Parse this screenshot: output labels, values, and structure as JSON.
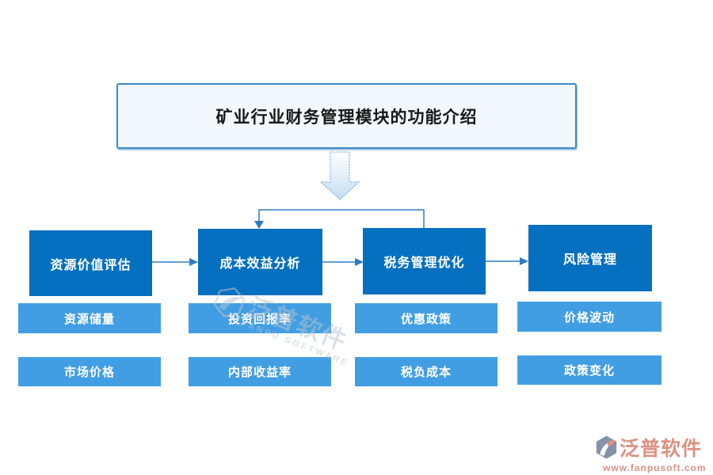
{
  "title": "矿业行业财务管理模块的功能介绍",
  "flow": {
    "nodes": [
      {
        "label": "资源价值评估",
        "features": [
          "资源储量",
          "市场价格"
        ]
      },
      {
        "label": "成本效益分析",
        "features": [
          "投资回报率",
          "内部收益率"
        ]
      },
      {
        "label": "税务管理优化",
        "features": [
          "优惠政策",
          "税负成本"
        ]
      },
      {
        "label": "风险管理",
        "features": [
          "价格波动",
          "政策变化"
        ]
      }
    ]
  },
  "watermark": {
    "brand": "泛普软件",
    "subtext": "FANPU SOFTWARE"
  },
  "footer_logo": {
    "brand": "泛普软件",
    "url": "www.fanpusoft.com"
  },
  "colors": {
    "main_box": "#0670c0",
    "sub_box": "#429ee3",
    "connector": "#2f7bc3",
    "title_border": "#3d89c6",
    "title_fill": "#f1f7fb",
    "brand": "#db9182"
  }
}
